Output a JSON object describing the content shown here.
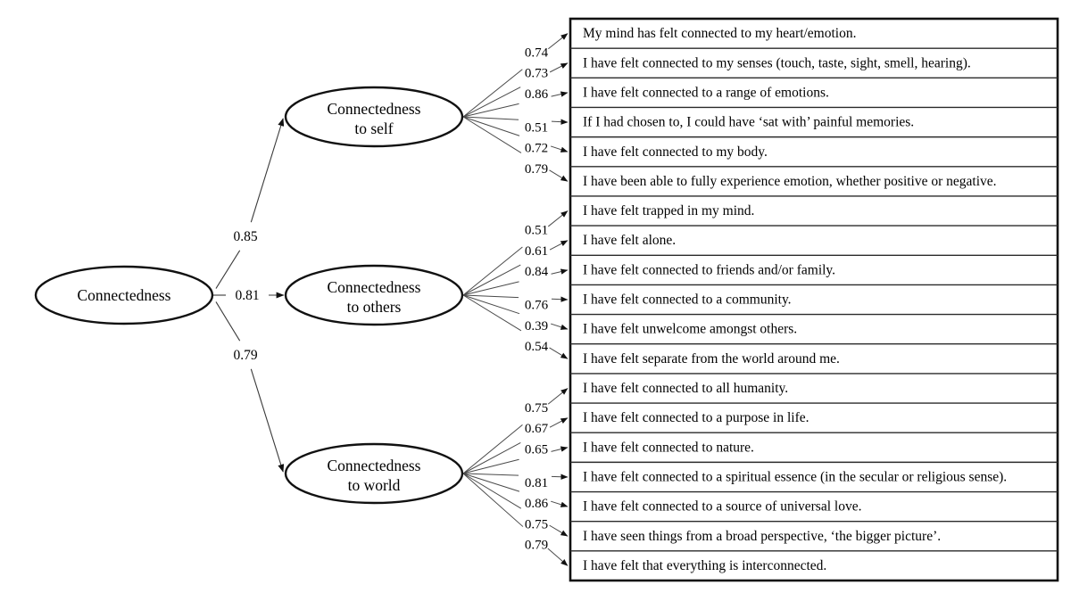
{
  "figure": {
    "type": "sem-path-diagram",
    "background_color": "#ffffff",
    "line_color": "#3a3a3a",
    "box_border_color": "#111111"
  },
  "latent": {
    "root": {
      "label_line1": "Connectedness",
      "label_line2": ""
    },
    "factors": [
      {
        "label_line1": "Connectedness",
        "label_line2": "to self"
      },
      {
        "label_line1": "Connectedness",
        "label_line2": "to others"
      },
      {
        "label_line1": "Connectedness",
        "label_line2": "to world"
      }
    ]
  },
  "structural_paths": [
    {
      "from": "Connectedness",
      "to": "Connectedness to self",
      "coefficient": "0.85"
    },
    {
      "from": "Connectedness",
      "to": "Connectedness to others",
      "coefficient": "0.81"
    },
    {
      "from": "Connectedness",
      "to": "Connectedness to world",
      "coefficient": "0.79"
    }
  ],
  "groups": [
    {
      "factor": "Connectedness to self",
      "items": [
        {
          "loading": "0.74",
          "text": "My mind has felt connected to my heart/emotion."
        },
        {
          "loading": "0.73",
          "text": "I have felt connected to my senses (touch, taste, sight, smell, hearing)."
        },
        {
          "loading": "0.86",
          "text": "I have felt connected to a range of emotions."
        },
        {
          "loading": "0.51",
          "text": "If I had chosen to, I could have ‘sat with’ painful memories."
        },
        {
          "loading": "0.72",
          "text": "I have felt connected to my body."
        },
        {
          "loading": "0.79",
          "text": "I have been able to fully experience emotion, whether positive or negative."
        }
      ]
    },
    {
      "factor": "Connectedness to others",
      "items": [
        {
          "loading": "0.51",
          "text": "I have felt trapped in my mind."
        },
        {
          "loading": "0.61",
          "text": "I have felt alone."
        },
        {
          "loading": "0.84",
          "text": "I have felt connected to friends and/or family."
        },
        {
          "loading": "0.76",
          "text": "I have felt connected to a community."
        },
        {
          "loading": "0.39",
          "text": "I have felt unwelcome amongst others."
        },
        {
          "loading": "0.54",
          "text": "I have felt separate from the world around me."
        }
      ]
    },
    {
      "factor": "Connectedness to world",
      "items": [
        {
          "loading": "0.75",
          "text": "I have felt connected to all humanity."
        },
        {
          "loading": "0.67",
          "text": "I have felt connected to a purpose in life."
        },
        {
          "loading": "0.65",
          "text": "I have felt connected to nature."
        },
        {
          "loading": "0.81",
          "text": "I have felt connected to a spiritual essence (in the secular or religious sense)."
        },
        {
          "loading": "0.86",
          "text": "I have felt connected to a source of universal love."
        },
        {
          "loading": "0.75",
          "text": "I have seen things from a broad perspective, ‘the bigger picture’."
        },
        {
          "loading": "0.79",
          "text": "I have felt that everything is interconnected."
        }
      ]
    }
  ]
}
